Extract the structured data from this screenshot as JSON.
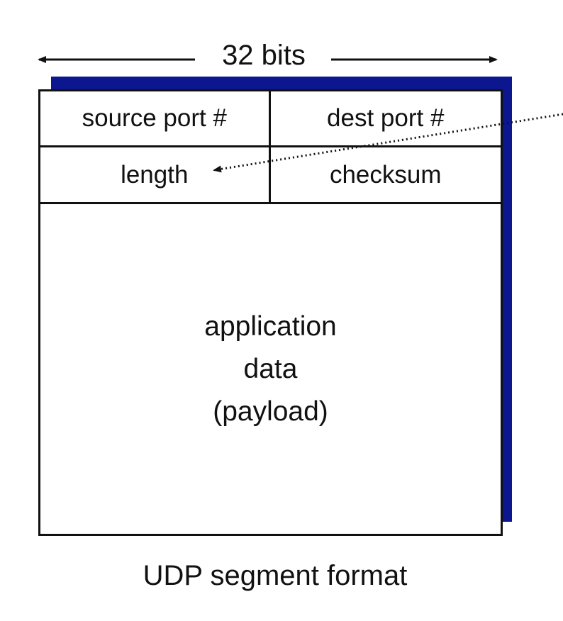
{
  "diagram": {
    "width_label": "32 bits",
    "header": {
      "row1": {
        "left": "source port #",
        "right": "dest port #"
      },
      "row2": {
        "left": "length",
        "right": "checksum"
      }
    },
    "payload": {
      "line1": "application",
      "line2": "data",
      "line3": "(payload)"
    },
    "caption": "UDP segment format",
    "colors": {
      "shadow": "#0c168f",
      "lines": "#111111",
      "background": "#ffffff"
    }
  }
}
